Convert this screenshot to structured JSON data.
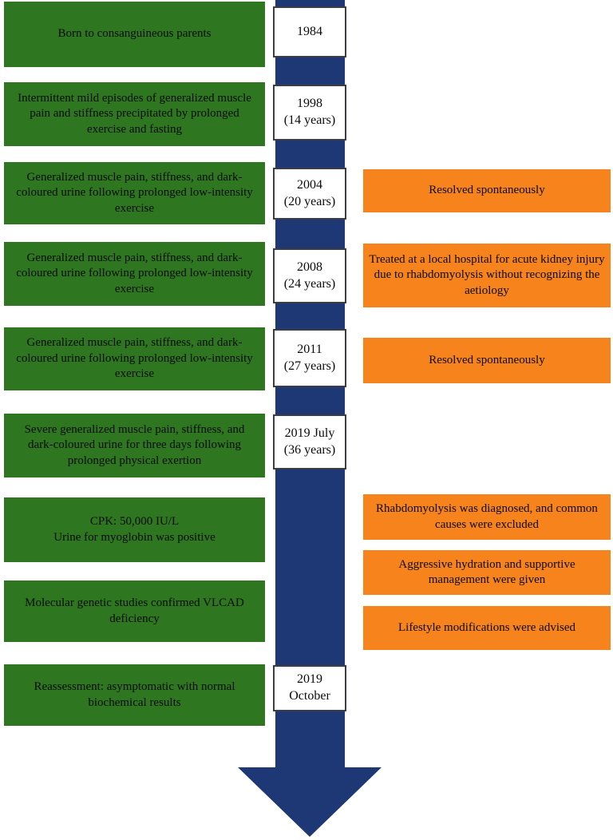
{
  "figure_type": "patient-history-timeline",
  "colors": {
    "event_green": "#2e7620",
    "timeline_blue": "#1e3876",
    "outcome_orange": "#f6831c",
    "year_box_bg": "#ffffff",
    "year_box_border": "#3c3c44",
    "text": "#0b0b0b"
  },
  "events": [
    {
      "text": "Born to consanguineous parents"
    },
    {
      "text": "Intermittent mild episodes of generalized muscle pain and stiffness precipitated by prolonged exercise and fasting"
    },
    {
      "text": "Generalized muscle pain, stiffness, and dark-coloured urine following prolonged low-intensity exercise"
    },
    {
      "text": "Generalized muscle pain, stiffness, and dark-coloured urine following prolonged low-intensity exercise"
    },
    {
      "text": "Generalized muscle pain, stiffness, and dark-coloured urine following prolonged low-intensity exercise"
    },
    {
      "text": "Severe generalized muscle pain, stiffness, and dark-coloured urine for three days following prolonged physical exertion"
    },
    {
      "text": "CPK: 50,000 IU/L\nUrine for myoglobin was positive"
    },
    {
      "text": "Molecular genetic studies confirmed VLCAD deficiency"
    },
    {
      "text": "Reassessment: asymptomatic with normal biochemical results"
    }
  ],
  "years": [
    {
      "line1": "1984",
      "line2": ""
    },
    {
      "line1": "1998",
      "line2": "(14 years)"
    },
    {
      "line1": "2004",
      "line2": "(20 years)"
    },
    {
      "line1": "2008",
      "line2": "(24 years)"
    },
    {
      "line1": "2011",
      "line2": "(27 years)"
    },
    {
      "line1": "2019 July",
      "line2": "(36 years)"
    },
    {
      "line1": "2019",
      "line2": "October"
    }
  ],
  "outcomes": [
    {
      "text": "Resolved spontaneously"
    },
    {
      "text": "Treated at a local hospital for acute kidney injury due to rhabdomyolysis without recognizing the aetiology"
    },
    {
      "text": "Resolved spontaneously"
    },
    {
      "text": "Rhabdomyolysis was diagnosed, and common causes were excluded"
    },
    {
      "text": "Aggressive hydration and supportive management were given"
    },
    {
      "text": "Lifestyle modifications were advised"
    }
  ]
}
